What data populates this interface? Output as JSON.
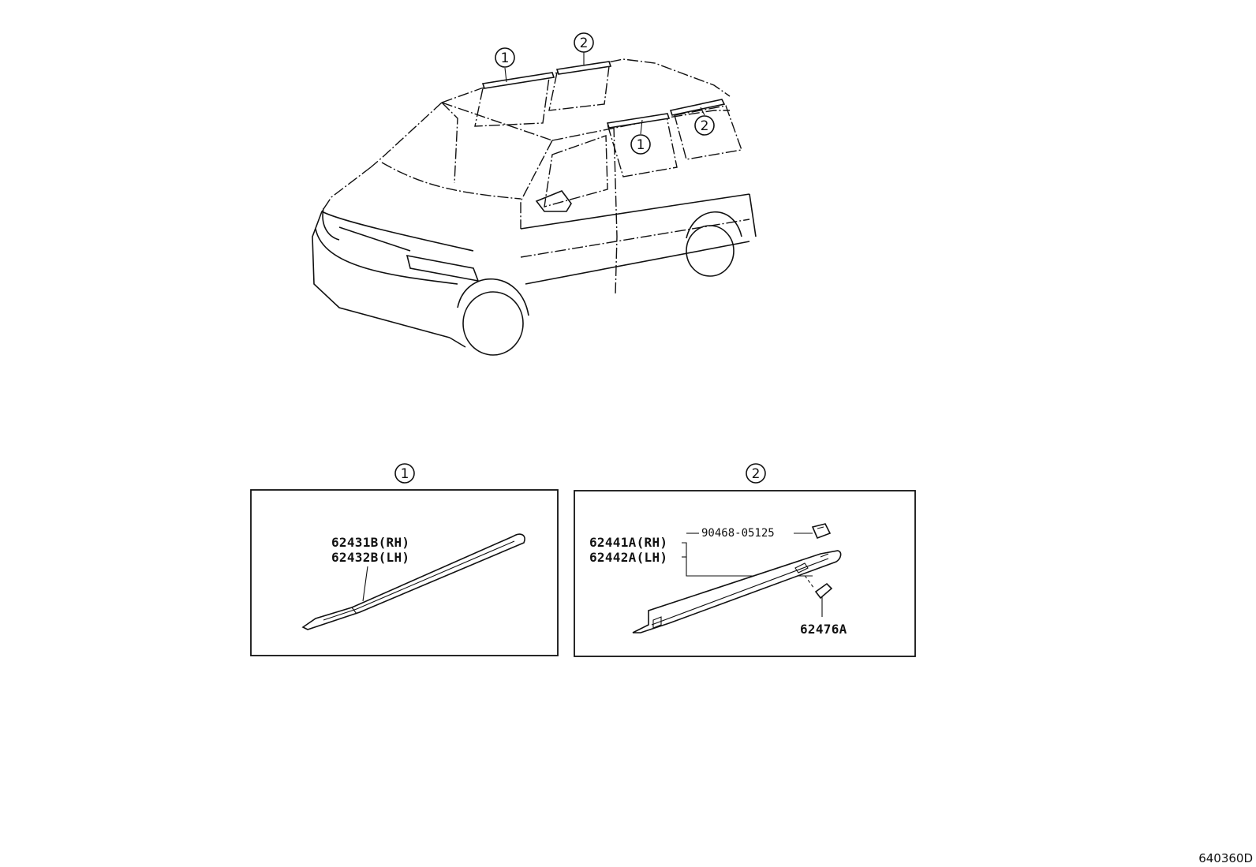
{
  "vehicle": {
    "callouts": [
      "1",
      "2",
      "1",
      "2"
    ]
  },
  "detail_1": {
    "callout": "1",
    "labels": [
      "62431B(RH)",
      "62432B(LH)"
    ]
  },
  "detail_2": {
    "callout": "2",
    "labels": [
      "62441A(RH)",
      "62442A(LH)"
    ],
    "clip_label": "90468-05125",
    "cap_label": "62476A"
  },
  "diagram_code": "640360D"
}
